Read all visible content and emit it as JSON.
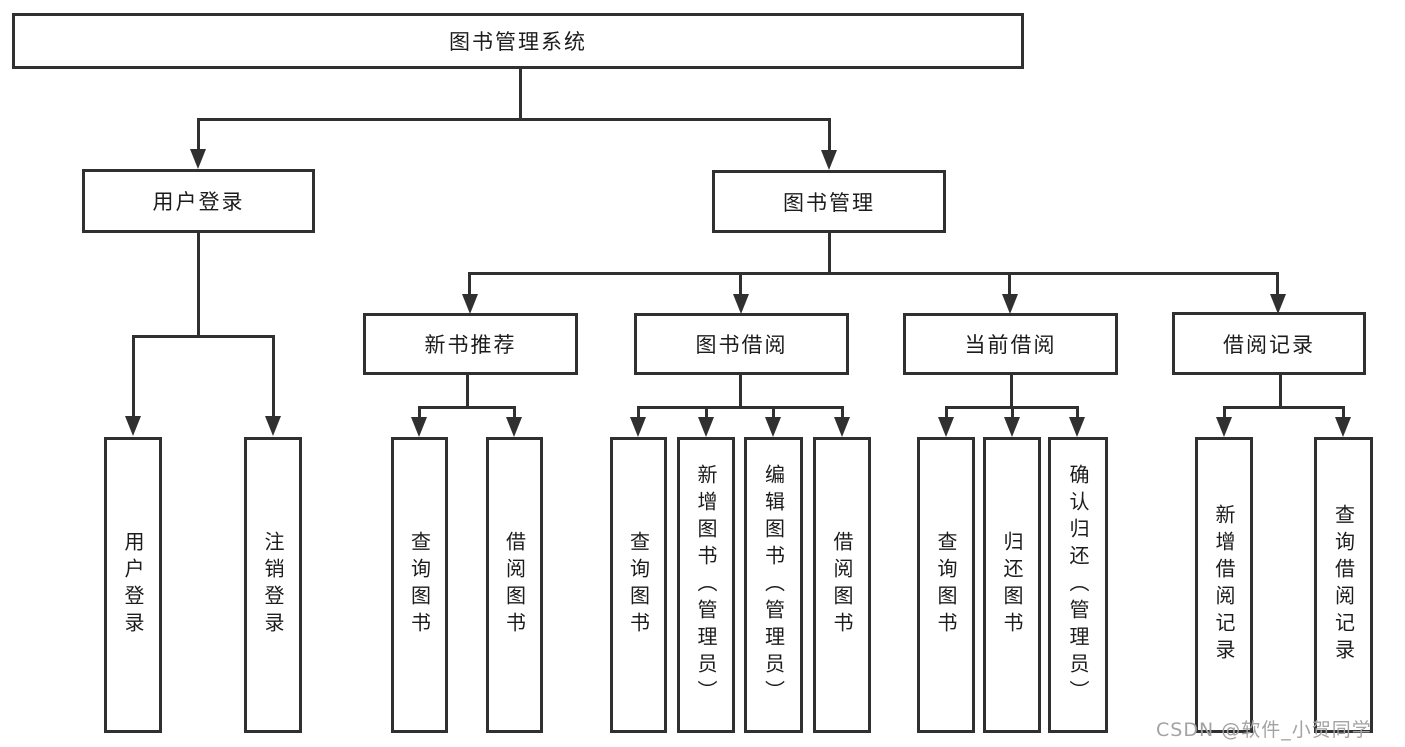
{
  "colors": {
    "line": "#303030",
    "text": "#1c1c1c",
    "watermark": "#a3a3a3",
    "background": "#ffffff"
  },
  "watermark": "CSDN @软件_小贺同学",
  "nodes": {
    "root": "图书管理系统",
    "user_login": "用户登录",
    "book_management": "图书管理",
    "new_book_recommend": "新书推荐",
    "book_borrowing": "图书借阅",
    "current_borrowing": "当前借阅",
    "borrowing_records": "借阅记录",
    "leaf_user_login": "用户登录",
    "leaf_logout": "注销登录",
    "leaf_rec_query_book": "查询图书",
    "leaf_rec_borrow_book": "借阅图书",
    "leaf_bb_query_book": "查询图书",
    "leaf_bb_add_book": "新增图书（管理员）",
    "leaf_bb_edit_book": "编辑图书（管理员）",
    "leaf_bb_borrow_book": "借阅图书",
    "leaf_cb_query_book": "查询图书",
    "leaf_cb_return_book": "归还图书",
    "leaf_cb_confirm_return": "确认归还（管理员）",
    "leaf_br_add_record": "新增借阅记录",
    "leaf_br_query_record": "查询借阅记录"
  }
}
